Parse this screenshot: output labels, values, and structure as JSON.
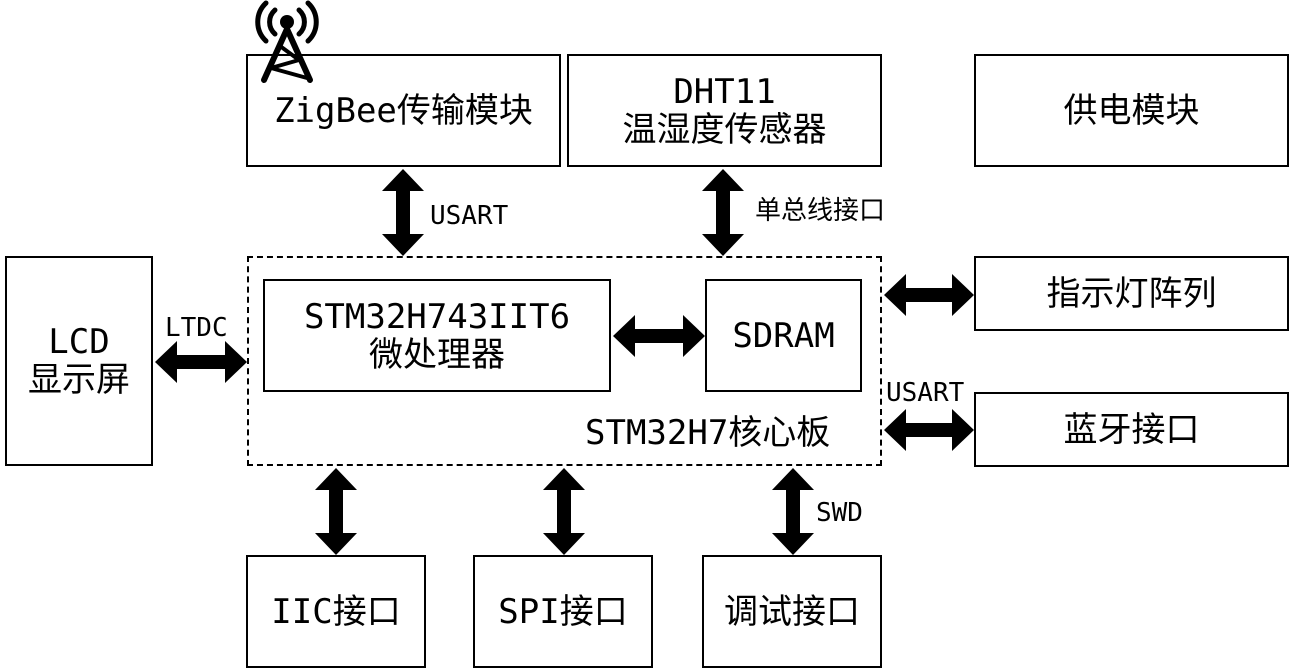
{
  "core_board": {
    "label": "STM32H7核心板"
  },
  "mcu": {
    "line1": "STM32H743IIT6",
    "line2": "微处理器"
  },
  "sdram": {
    "label": "SDRAM"
  },
  "zigbee": {
    "label": "ZigBee传输模块"
  },
  "dht11": {
    "line1": "DHT11",
    "line2": "温湿度传感器"
  },
  "power": {
    "label": "供电模块"
  },
  "lcd": {
    "line1": "LCD",
    "line2": "显示屏"
  },
  "led_array": {
    "label": "指示灯阵列"
  },
  "bluetooth": {
    "label": "蓝牙接口"
  },
  "iic": {
    "label": "IIC接口"
  },
  "spi": {
    "label": "SPI接口"
  },
  "debug": {
    "label": "调试接口"
  },
  "links": {
    "zigbee": "USART",
    "dht11": "单总线接口",
    "lcd": "LTDC",
    "bluetooth": "USART",
    "debug": "SWD"
  },
  "icons": {
    "antenna": "antenna-tower-icon"
  }
}
